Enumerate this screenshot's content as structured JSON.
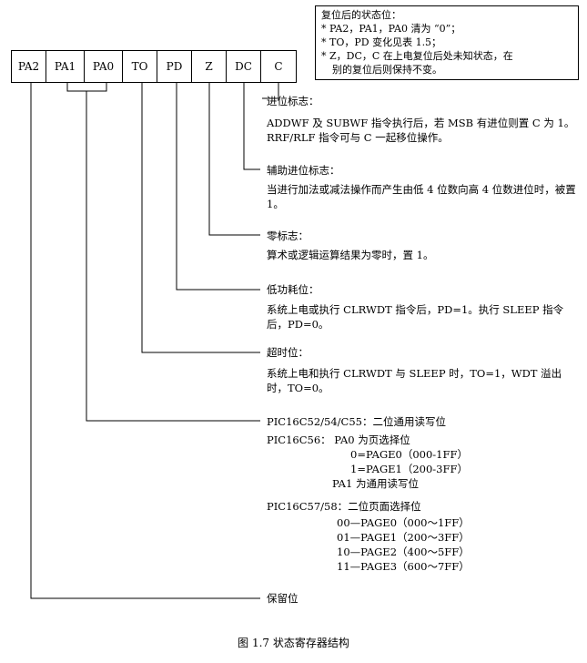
{
  "notes": {
    "title": "复位后的状态位：",
    "line1": "* PA2，PA1，PA0 清为 “0”；",
    "line2": "* TO，PD 变化见表 1.5；",
    "line3": "* Z，DC，C 在上电复位后处未知状态，在",
    "line4": "别的复位后则保持不变。"
  },
  "register_bits": [
    "PA2",
    "PA1",
    "PA0",
    "TO",
    "PD",
    "Z",
    "DC",
    "C"
  ],
  "carry": {
    "title": "进位标志：",
    "line1": "ADDWF 及 SUBWF 指令执行后，若 MSB 有进位则置 C 为 1。",
    "line2": "RRF/RLF 指令可与 C 一起移位操作。"
  },
  "dc": {
    "title": "辅助进位标志：",
    "desc": "当进行加法或减法操作而产生由低 4 位数向高 4 位数进位时，被置 1。"
  },
  "zero": {
    "title": "零标志：",
    "desc": "算术或逻辑运算结果为零时，置 1。"
  },
  "pd": {
    "title": "低功耗位：",
    "desc": "系统上电或执行 CLRWDT 指令后，PD=1。执行 SLEEP 指令后，PD=0。"
  },
  "to": {
    "title": "超时位：",
    "desc": "系统上电和执行 CLRWDT 与 SLEEP 时，TO=1，WDT 溢出时，TO=0。"
  },
  "pa": {
    "c52": "PIC16C52/54/C55：二位通用读写位",
    "c56_head": "PIC16C56：  PA0 为页选择位",
    "c56_l1": "0=PAGE0（000-1FF）",
    "c56_l2": "1=PAGE1（200-3FF）",
    "c56_l3": "PA1 为通用读写位",
    "c57_head": "PIC16C57/58：二位页面选择位",
    "c57_l1": "00—PAGE0（000～1FF）",
    "c57_l2": "01—PAGE1（200～3FF）",
    "c57_l3": "10—PAGE2（400～5FF）",
    "c57_l4": "11—PAGE3（600～7FF）"
  },
  "reserved": "保留位",
  "caption": "图 1.7  状态寄存器结构"
}
